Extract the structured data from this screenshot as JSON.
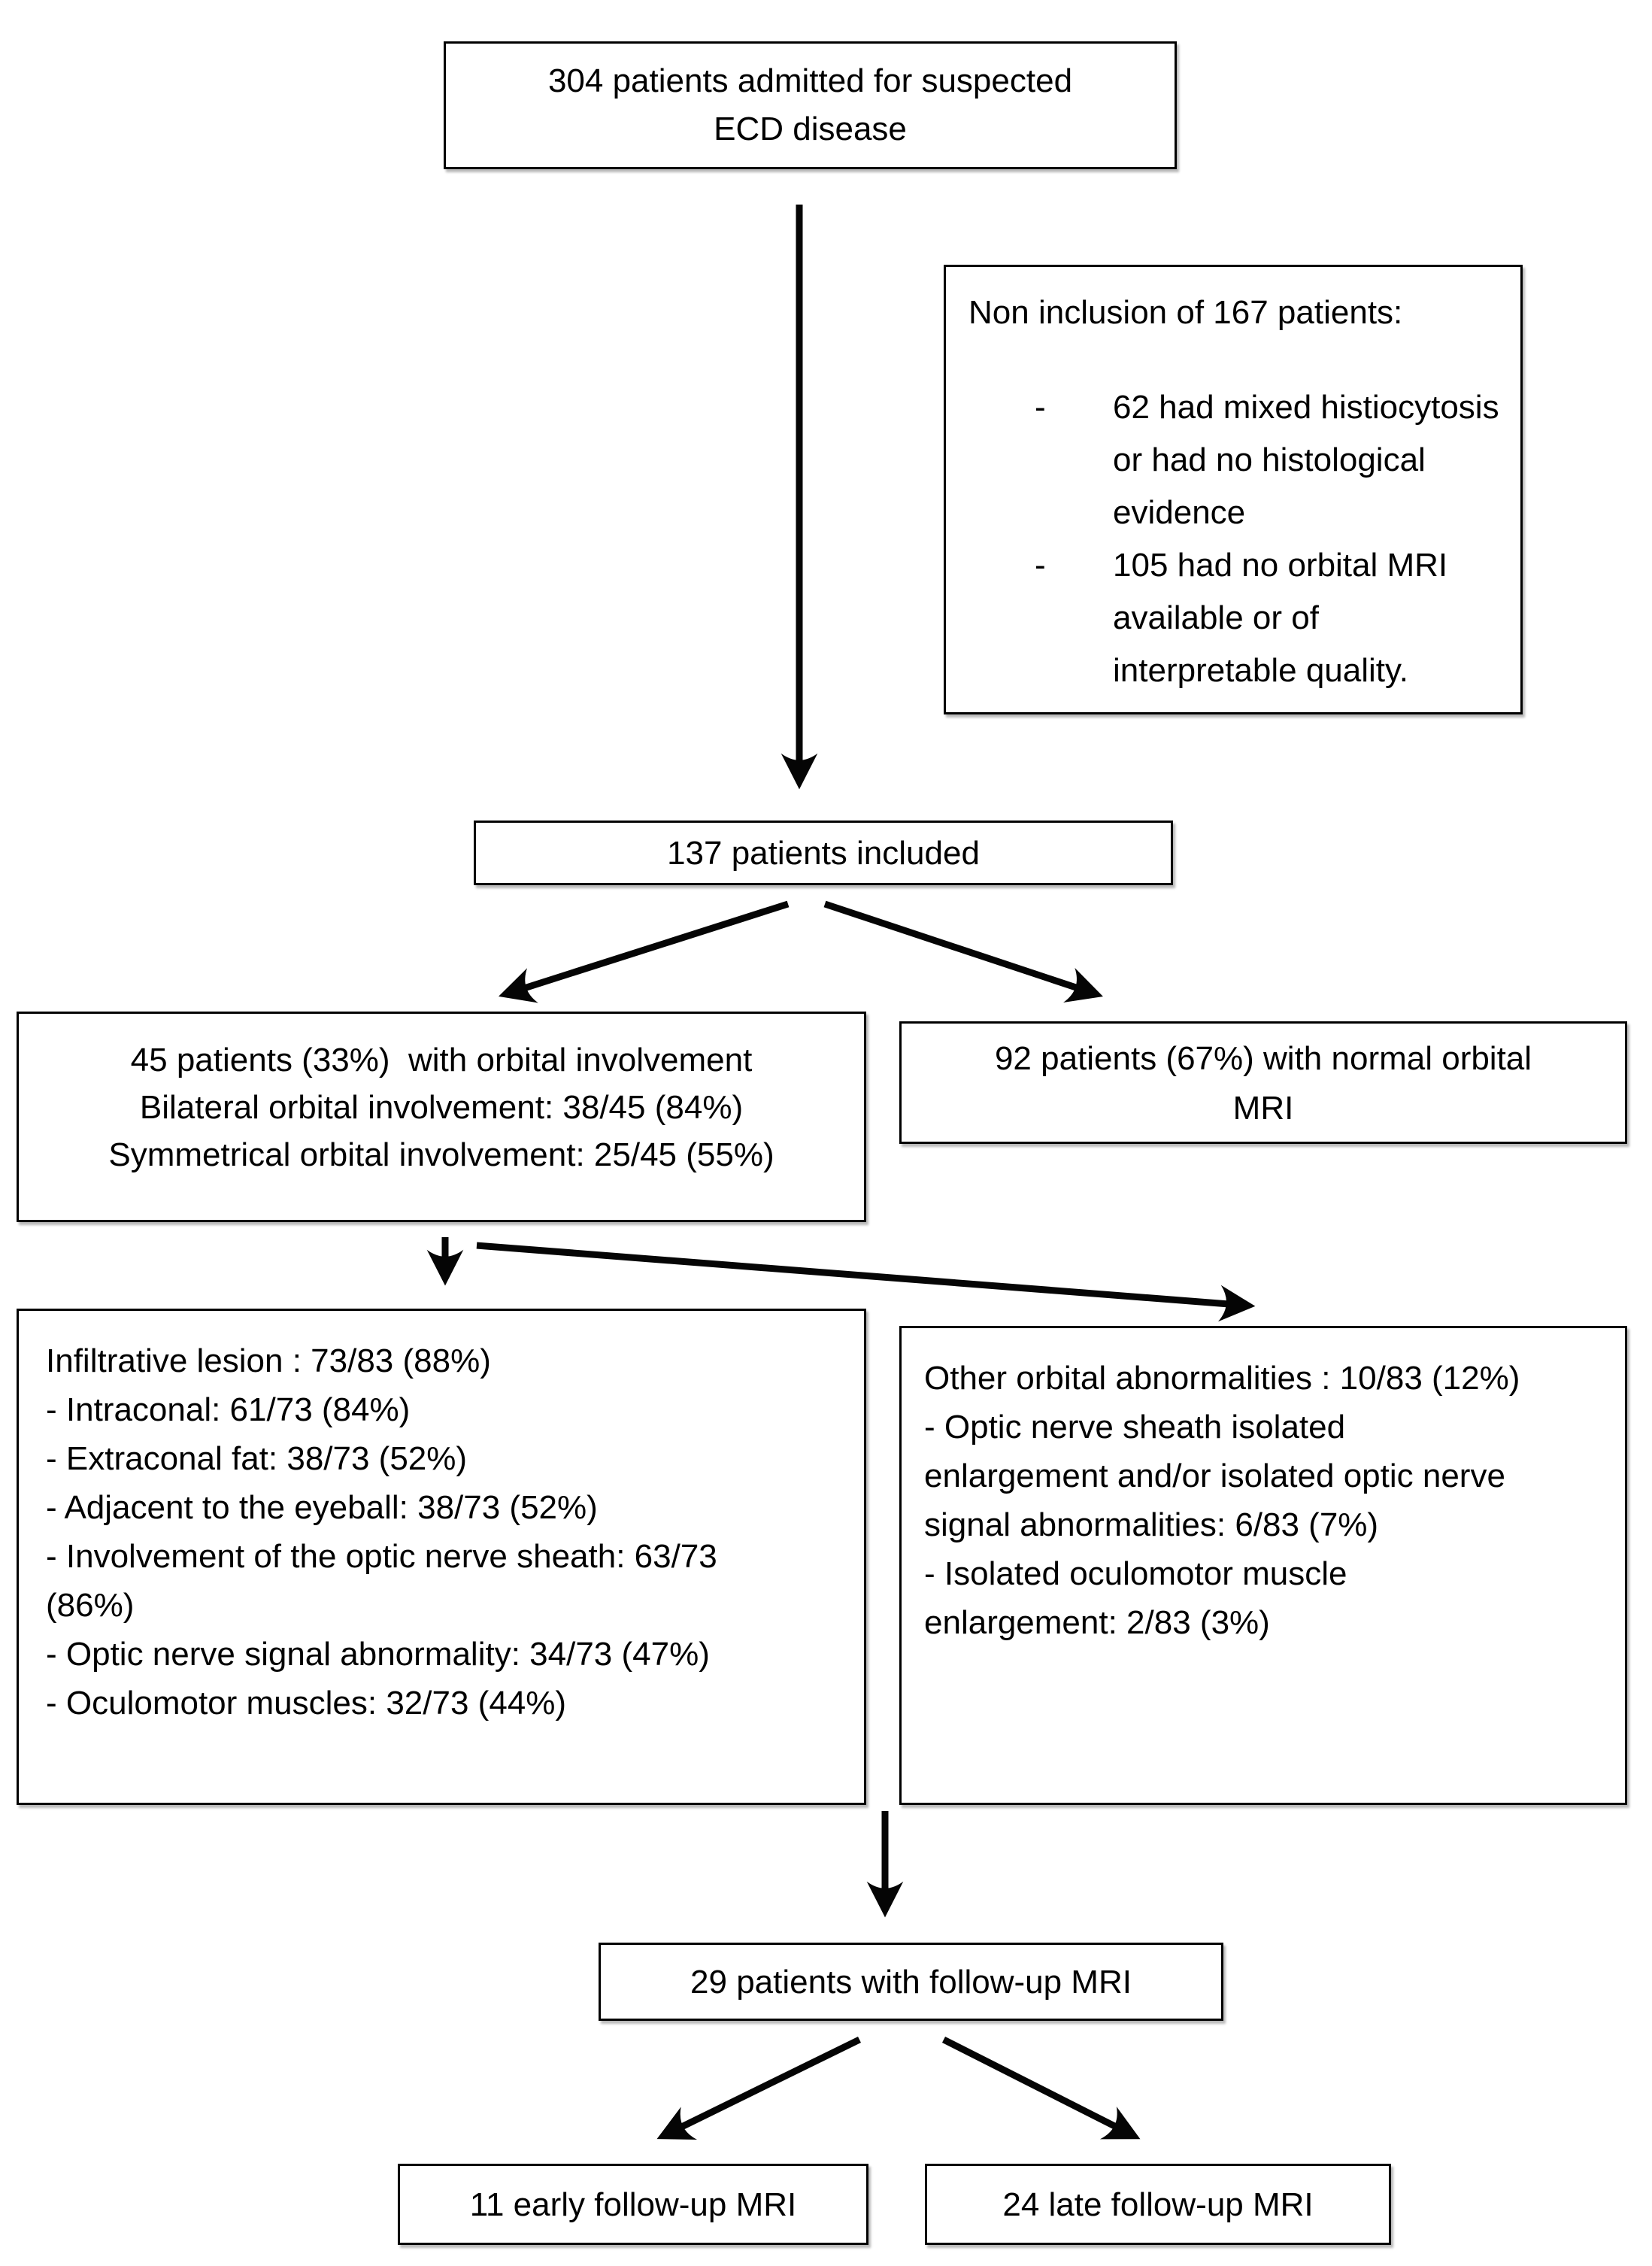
{
  "diagram": {
    "dash": "-",
    "boxes": {
      "admitted": {
        "lines": [
          "304 patients admitted for suspected",
          "ECD disease"
        ]
      },
      "non_inclusion": {
        "title": "Non inclusion of 167 patients:",
        "items": [
          "62 had mixed histiocytosis or had no histological evidence",
          "105 had no orbital MRI available or of interpretable quality."
        ]
      },
      "included": {
        "text": "137 patients included"
      },
      "orbital_involvement": {
        "lines": [
          "45 patients (33%)  with orbital involvement",
          "Bilateral orbital involvement: 38/45 (84%)",
          "Symmetrical orbital involvement: 25/45 (55%)"
        ]
      },
      "normal_mri": {
        "lines": [
          "92 patients (67%) with normal orbital",
          "MRI"
        ]
      },
      "infiltrative": {
        "lines": [
          "Infiltrative lesion : 73/83 (88%)",
          "- Intraconal: 61/73 (84%)",
          "- Extraconal fat: 38/73 (52%)",
          "- Adjacent to the eyeball: 38/73 (52%)",
          "- Involvement of the optic nerve sheath: 63/73",
          "(86%)",
          "- Optic nerve signal abnormality: 34/73 (47%)",
          "- Oculomotor muscles: 32/73 (44%)"
        ]
      },
      "other_abnormalities": {
        "lines": [
          "Other orbital abnormalities : 10/83 (12%)",
          "- Optic nerve sheath isolated",
          "enlargement and/or isolated optic nerve",
          "signal abnormalities: 6/83 (7%)",
          "- Isolated oculomotor muscle",
          "enlargement: 2/83 (3%)"
        ]
      },
      "followup": {
        "text": "29 patients with follow-up MRI"
      },
      "early_followup": {
        "text": "11 early follow-up MRI"
      },
      "late_followup": {
        "text": "24 late follow-up MRI"
      }
    },
    "colors": {
      "ink": "#000000",
      "background": "#ffffff"
    }
  }
}
